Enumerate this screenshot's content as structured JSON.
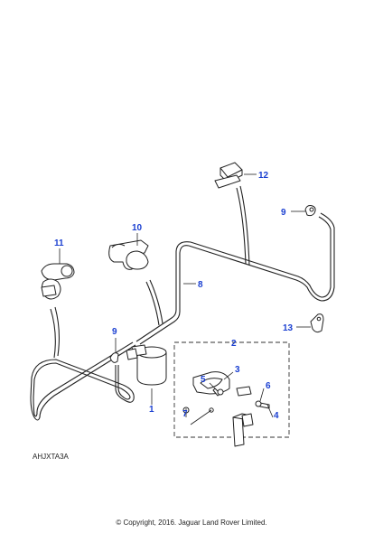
{
  "diagram": {
    "reference_code": "AHJXTA3A",
    "copyright": "© Copyright, 2016. Jaguar Land Rover Limited.",
    "callout_color": "#1a3fd1",
    "callouts": [
      {
        "id": "1",
        "label": "1"
      },
      {
        "id": "2",
        "label": "2"
      },
      {
        "id": "3",
        "label": "3"
      },
      {
        "id": "4",
        "label": "4"
      },
      {
        "id": "5",
        "label": "5"
      },
      {
        "id": "6",
        "label": "6"
      },
      {
        "id": "7",
        "label": "7"
      },
      {
        "id": "8",
        "label": "8"
      },
      {
        "id": "9a",
        "label": "9"
      },
      {
        "id": "9b",
        "label": "9"
      },
      {
        "id": "10",
        "label": "10"
      },
      {
        "id": "11",
        "label": "11"
      },
      {
        "id": "12",
        "label": "12"
      },
      {
        "id": "13",
        "label": "13"
      }
    ]
  }
}
